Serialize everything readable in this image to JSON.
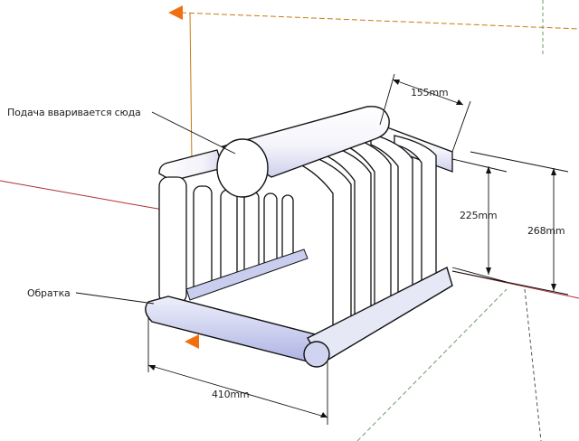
{
  "labels": {
    "feed": "Подача вваривается сюда",
    "return": "Обратка",
    "dim_pitch": "155mm",
    "dim_height_inner": "225mm",
    "dim_height_total": "268mm",
    "dim_width": "410mm"
  },
  "colors": {
    "axis_red": "#b03030",
    "axis_orange": "#c87a10",
    "axis_green": "#6a9a6a",
    "pipe_fill": "#ffffff",
    "pipe_shade": "#dcdcf2",
    "pipe_stroke": "#111111",
    "axis_arrow": "#f07010"
  },
  "icons": [
    "axis-arrow-icon"
  ]
}
